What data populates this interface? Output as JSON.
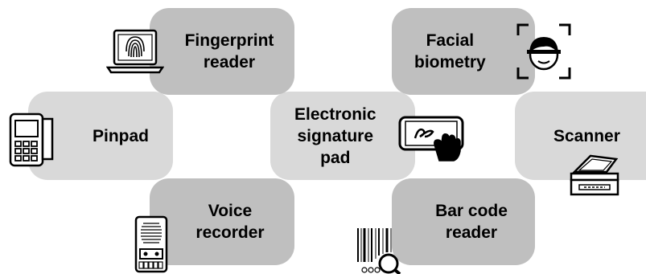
{
  "nodes": [
    {
      "id": "fingerprint",
      "label": "Fingerprint\nreader",
      "icon": "laptop-fingerprint-icon"
    },
    {
      "id": "facial",
      "label": "Facial\nbiometry",
      "icon": "face-scan-icon"
    },
    {
      "id": "pinpad",
      "label": "Pinpad",
      "icon": "card-terminal-icon"
    },
    {
      "id": "signature",
      "label": "Electronic\nsignature\npad",
      "icon": "touch-phone-icon"
    },
    {
      "id": "scanner",
      "label": "Scanner",
      "icon": "flatbed-scanner-icon"
    },
    {
      "id": "voice",
      "label": "Voice\nrecorder",
      "icon": "voice-recorder-icon"
    },
    {
      "id": "barcode",
      "label": "Bar code\nreader",
      "icon": "barcode-magnifier-icon"
    }
  ],
  "colors": {
    "dark_box": "#bfbfbf",
    "light_box": "#d9d9d9",
    "text": "#000000"
  }
}
